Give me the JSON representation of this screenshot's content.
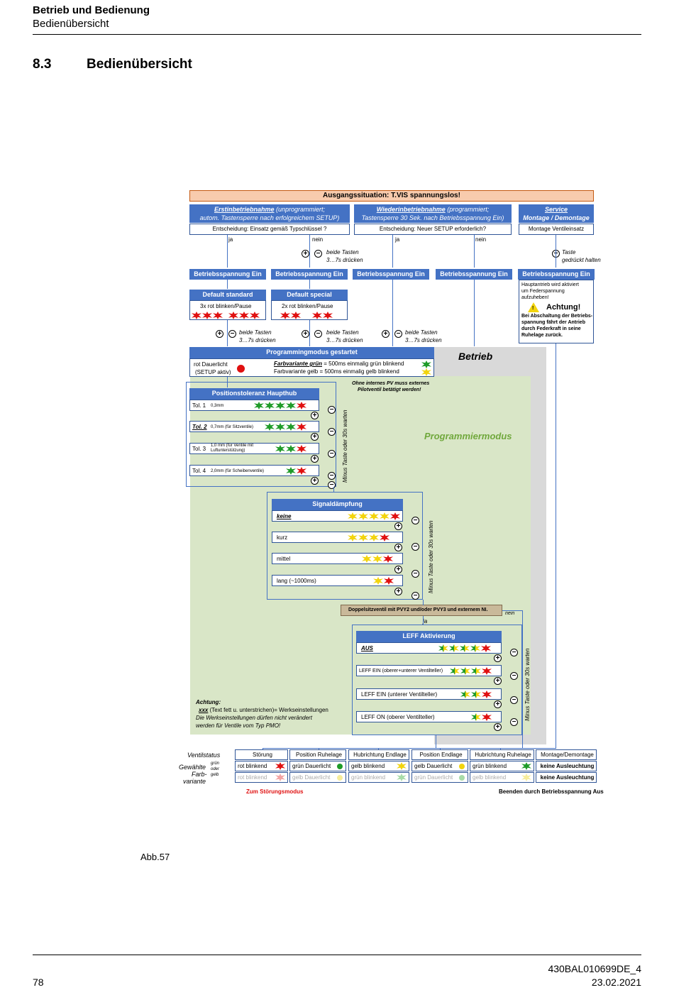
{
  "header": {
    "title": "Betrieb und Bedienung",
    "subtitle": "Bedienübersicht"
  },
  "section": {
    "number": "8.3",
    "title": "Bedienübersicht"
  },
  "diagram": {
    "start": "Ausgangssituation: T.VIS spannungslos!",
    "col1": {
      "title_u": "Erstinbetriebnahme",
      "title_rest": " (unprogrammiert;",
      "line2": "autom. Tastensperre nach erfolgreichem SETUP)",
      "decision": "Entscheidung: Einsatz gemäß Typschlüssel ?"
    },
    "col2": {
      "title_u": "Wiederinbetriebnahme",
      "title_rest": " (programmiert;",
      "line2": "Tastensperre 30 Sek. nach Betriebsspannung Ein)",
      "decision": "Entscheidung: Neuer SETUP erforderlich?"
    },
    "col3": {
      "title": "Service",
      "line2": "Montage / Demontage",
      "decision": "Montage Ventileinsatz"
    },
    "ja": "ja",
    "nein": "nein",
    "both_keys_1": "beide Tasten",
    "both_keys_2": "3…7s drücken",
    "key_hold_1": "Taste",
    "key_hold_2": "gedrückt halten",
    "power_on": "Betriebsspannung  Ein",
    "default_std": "Default  standard",
    "default_std_desc": "3x rot blinken/Pause",
    "default_sp": "Default special",
    "default_sp_desc": "2x rot blinken/Pause",
    "service_note_1": "Hauptantrieb wird aktiviert",
    "service_note_2": "um Federspannung",
    "service_note_3": "aufzuheben!",
    "attention": "Achtung!",
    "service_warn_1": "Bei Abschaltung der Betriebs-",
    "service_warn_2": "spannung fährt der Antrieb",
    "service_warn_3": "durch Federkraft in seine",
    "service_warn_4": "Ruhelage zurück.",
    "prog_started": "Programmingmodus gestartet",
    "red_cont_1": "rot Dauerlicht",
    "red_cont_2": "(SETUP aktiv)",
    "var_green_label": "Farbvariante grün",
    "var_green_rest": " = 500ms einmalig grün blinkend",
    "var_yellow": "Farbvariante gelb  = 500ms einmalig gelb blinkend",
    "betrieb": "Betrieb",
    "pilot_note_1": "Ohne internes PV muss externes",
    "pilot_note_2": "Pilotventil betätigt  werden!",
    "prog_mode": "Programmiermodus",
    "postol": "Positionstoleranz  Haupthub",
    "tol1": "Tol. 1",
    "tol1_v": "0,3mm",
    "tol2": "Tol. 2",
    "tol2_v": "0,7mm  (für Sitzventile)",
    "tol3": "Tol. 3",
    "tol3_v1": "1,0 mm (für Ventile mit",
    "tol3_v2": "Luftunterstützung)",
    "tol4": "Tol. 4",
    "tol4_v": "2,0mm (für Scheibenventile)",
    "minus_wait": "Minus Taste oder 30s warten",
    "damp": "Signaldämpfung",
    "damp_none": "keine",
    "damp_short": "kurz",
    "damp_mid": "mittel",
    "damp_long": "lang (~1000ms)",
    "double_seat": "Doppelsitzventil mit PVY2 und/oder PVY3 und externem NI.",
    "leff": "LEFF Aktivierung",
    "leff_off": "AUS",
    "leff_on_both": "LEFF EIN (oberer+unterer Ventilteller)",
    "leff_on_lower": "LEFF EIN (unterer Ventilteller)",
    "leff_on_upper": "LEFF ON (oberer Ventilteller)",
    "note_attention": "Achtung:",
    "note_xxx": "xxx",
    "note_factory": " (Text fett u. unterstrichen)= Werkseinstellungen",
    "note_1": "Die Werkseinstellungen dürfen nicht verändert",
    "note_2": "werden für  Ventile  vom Typ PMO!",
    "valve_status": "Ventilstatus",
    "chosen_1": "Gewählte",
    "chosen_2": "Farb-",
    "chosen_3": "variante",
    "green_or_1": "grün",
    "green_or_2": "oder",
    "green_or_3": "gelb",
    "status_cols": [
      {
        "head": "Störung",
        "green": "rot blinkend",
        "yellow": "rot blinkend"
      },
      {
        "head": "Position  Ruhelage",
        "green": "grün Dauerlicht",
        "yellow": "gelb Dauerlicht"
      },
      {
        "head": "Hubrichtung  Endlage",
        "green": "gelb blinkend",
        "yellow": "grün blinkend"
      },
      {
        "head": "Position  Endlage",
        "green": "gelb Dauerlicht",
        "yellow": "grün Dauerlicht"
      },
      {
        "head": "Hubrichtung Ruhelage",
        "green": "grün blinkend",
        "yellow": "gelb blinkend"
      },
      {
        "head": "Montage/Demontage",
        "green": "keine Ausleuchtung",
        "yellow": "keine Ausleuchtung"
      }
    ],
    "to_fault": "Zum Störungsmodus",
    "end_power_off": "Beenden durch Betriebsspannung Aus"
  },
  "caption": "Abb.57",
  "footer": {
    "page": "78",
    "doc": "430BAL010699DE_4",
    "date": "23.02.2021"
  },
  "colors": {
    "blue": "#4472c4",
    "orange": "#f8cbad",
    "green_bg": "#d9e6c7",
    "grey_bg": "#d9d9d9",
    "red": "#e01010",
    "green": "#1f9b28",
    "yellow": "#f2d40d"
  }
}
